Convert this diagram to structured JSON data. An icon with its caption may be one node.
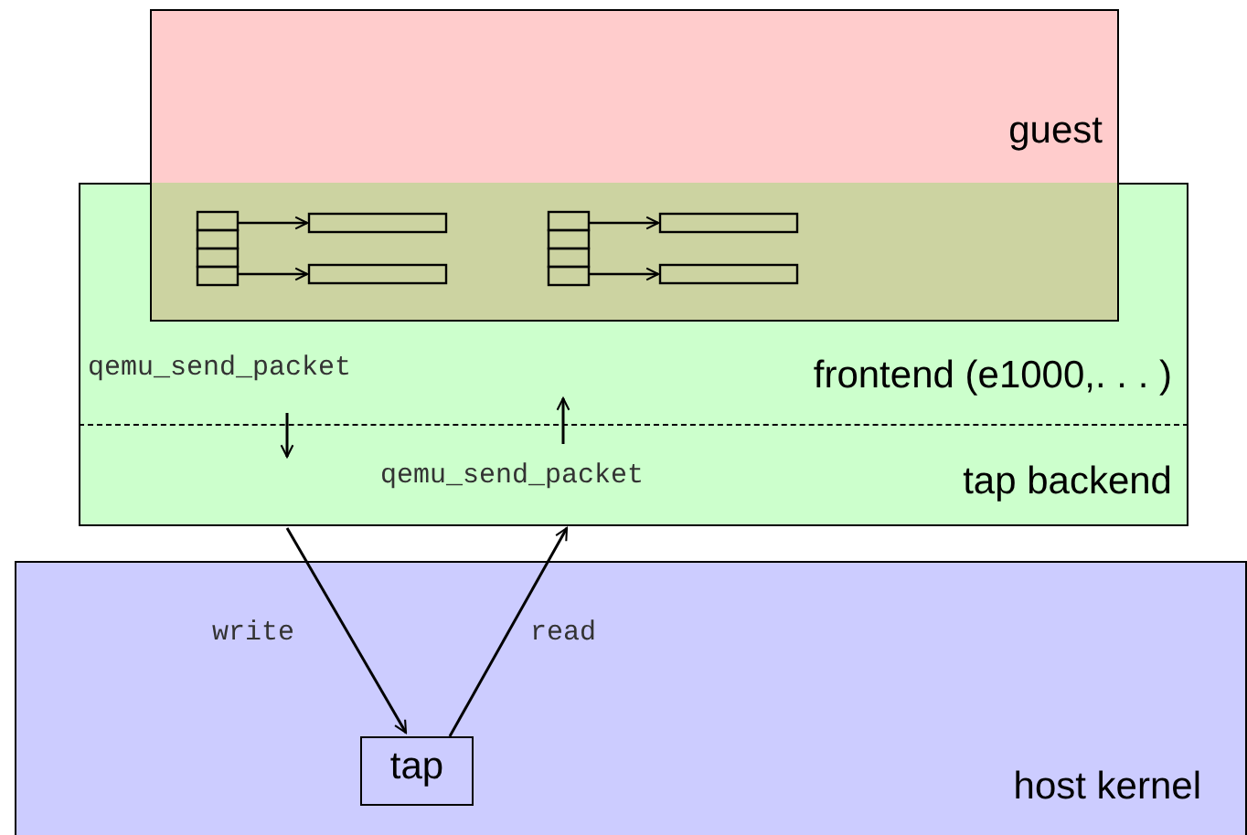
{
  "diagram": {
    "nodes": [
      {
        "text": [
          "guest"
        ]
      },
      {
        "text": [
          "frontend (e1000,. . . )"
        ]
      },
      {
        "text": [
          "tap backend"
        ]
      },
      {
        "text": [
          "host kernel"
        ]
      },
      {
        "text": [
          "tap"
        ],
        "in": 3
      }
    ],
    "edges": [
      {
        "from": 1,
        "to": 2,
        "arrow": "to",
        "label": "qemu_send_packet"
      },
      {
        "from": 2,
        "to": 1,
        "arrow": "to",
        "label": "qemu_send_packet"
      },
      {
        "from": 2,
        "to": 4,
        "arrow": "to",
        "label": "write"
      },
      {
        "from": 4,
        "to": 2,
        "arrow": "to",
        "label": "read"
      }
    ]
  }
}
